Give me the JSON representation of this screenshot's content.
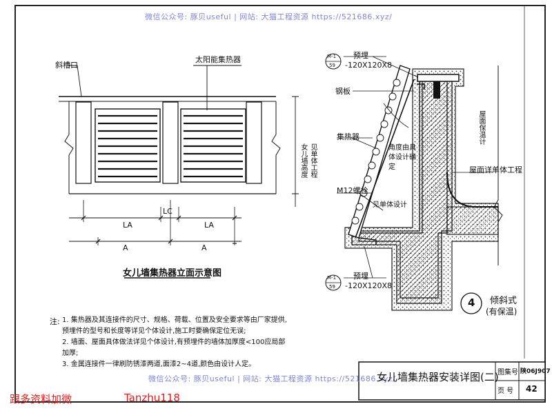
{
  "watermark_top": "微信公众号: 豚贝useful | 网站: 大猫工程资源 https://521686.xyz/",
  "watermark_bottom": "微信公众号: 豚贝useful | 网站: 大猫工程资源 https://521686.xyz/",
  "elevation": {
    "label_parapet_opening": "斜槽口",
    "label_collector": "太阳能集热器",
    "dim_la_left": "LA",
    "dim_lc": "LC",
    "dim_la_right": "LA",
    "dim_a_left": "A",
    "dim_a_right": "A",
    "vertical_note_1": "女儿墙高度",
    "vertical_note_2": "见单体工程",
    "caption": "女儿墙集热器立面示意图"
  },
  "section": {
    "tag_top_num": "M-1",
    "tag_top_page": "59",
    "label_embed_top": "预埋",
    "size_top": "-120X120X8",
    "label_steel_plate": "钢板",
    "label_collector": "集热器",
    "angle_note": "角度由具体设计确定",
    "label_bolt": "M12螺栓",
    "thickness_note": "见单体设计",
    "label_roof_insul": "屋面保温计",
    "label_roof_ref": "屋面详单体工程",
    "tag_bottom_num": "M-1",
    "tag_bottom_page": "59",
    "label_embed_bottom": "预埋",
    "size_bottom": "-120X120X8",
    "detail_number": "4",
    "detail_type": "倾斜式",
    "detail_sub": "(有保温)"
  },
  "notes": {
    "prefix": "注:",
    "items": [
      "1. 集热器及其连接件的尺寸、规格、荷载、位置及安全要求等由厂家提供,",
      "   预埋件的型号和长度等详见个体设计,施工时要确保定位无误;",
      "2. 墙面、屋面具体做法详见个体设计,有预埋件的墙体加厚度<100应局部",
      "   加厚;",
      "3. 金属连接件一律刷防锈漆两道,面漆2~4道,颜色由设计人定。"
    ]
  },
  "title_block": {
    "title": "女儿墙集热器安装详图(二)",
    "atlas_label": "图集号",
    "atlas_value": "陕06J907",
    "page_label": "页 号",
    "page_value": "42"
  },
  "footer_red_left": "跟多资料加微",
  "footer_red_right": "Tanzhu118"
}
